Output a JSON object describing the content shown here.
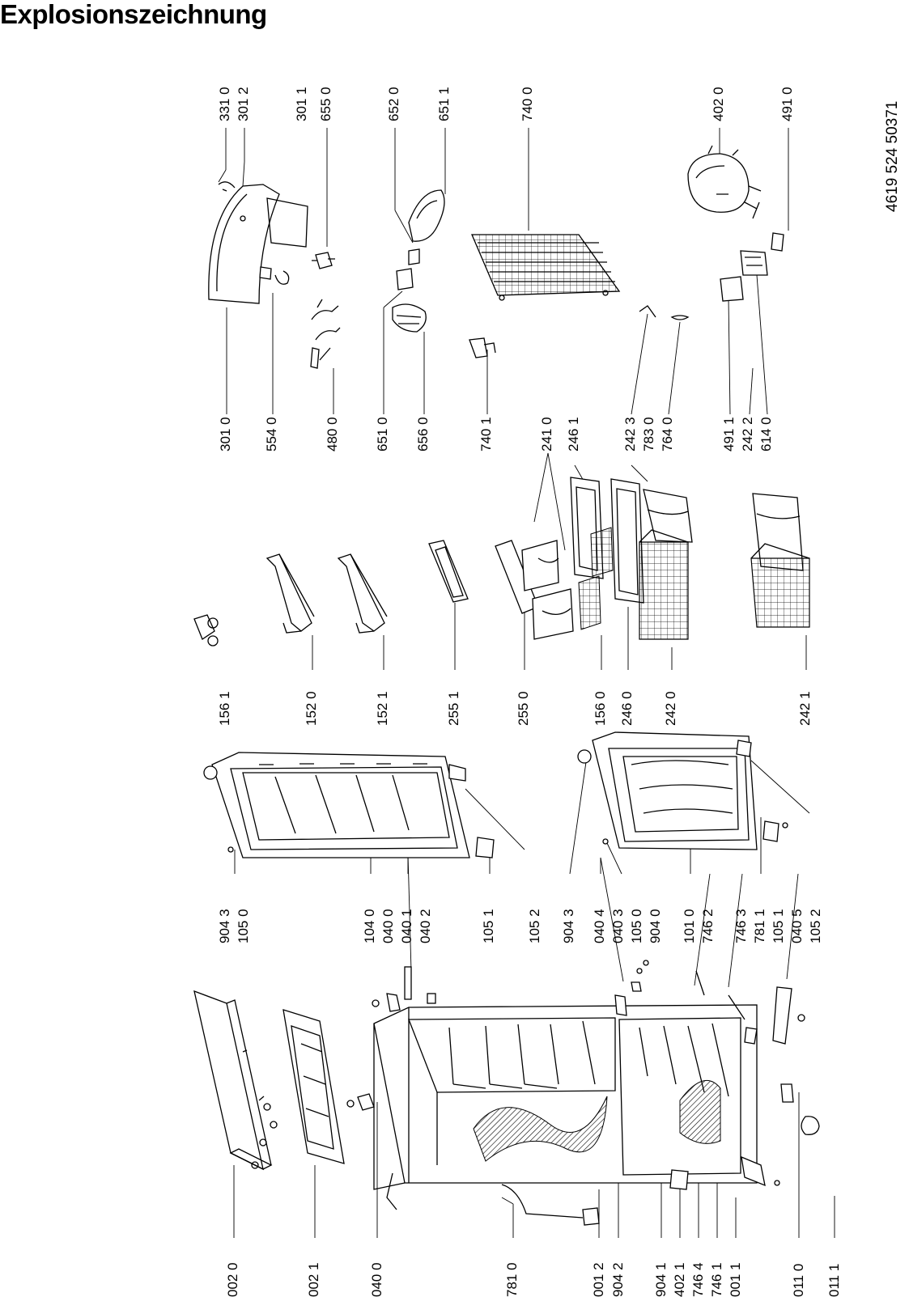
{
  "title": "Explosionszeichnung",
  "document_number": "4619 524 50371",
  "part_labels": [
    "002 0",
    "002 1",
    "040 0",
    "781 0",
    "001 2",
    "904 2",
    "904 1",
    "402 1",
    "746 4",
    "746 1",
    "001 1",
    "011 0",
    "011 1",
    "904 3",
    "105 0",
    "104 0",
    "040 0",
    "040 1",
    "040 2",
    "105 1",
    "105 2",
    "904 3",
    "040 4",
    "040 3",
    "105 0",
    "904 0",
    "101 0",
    "746 2",
    "746 3",
    "781 1",
    "105 1",
    "040 5",
    "105 2",
    "156 1",
    "152 0",
    "152 1",
    "255 1",
    "255 0",
    "156 0",
    "246 0",
    "242 0",
    "242 1",
    "301 0",
    "554 0",
    "480 0",
    "651 0",
    "656 0",
    "740 1",
    "241 0",
    "246 1",
    "242 3",
    "783 0",
    "764 0",
    "491 1",
    "242 2",
    "614 0",
    "331 0",
    "301 2",
    "301 1",
    "655 0",
    "652 0",
    "651 1",
    "740 0",
    "402 0",
    "491 0"
  ]
}
